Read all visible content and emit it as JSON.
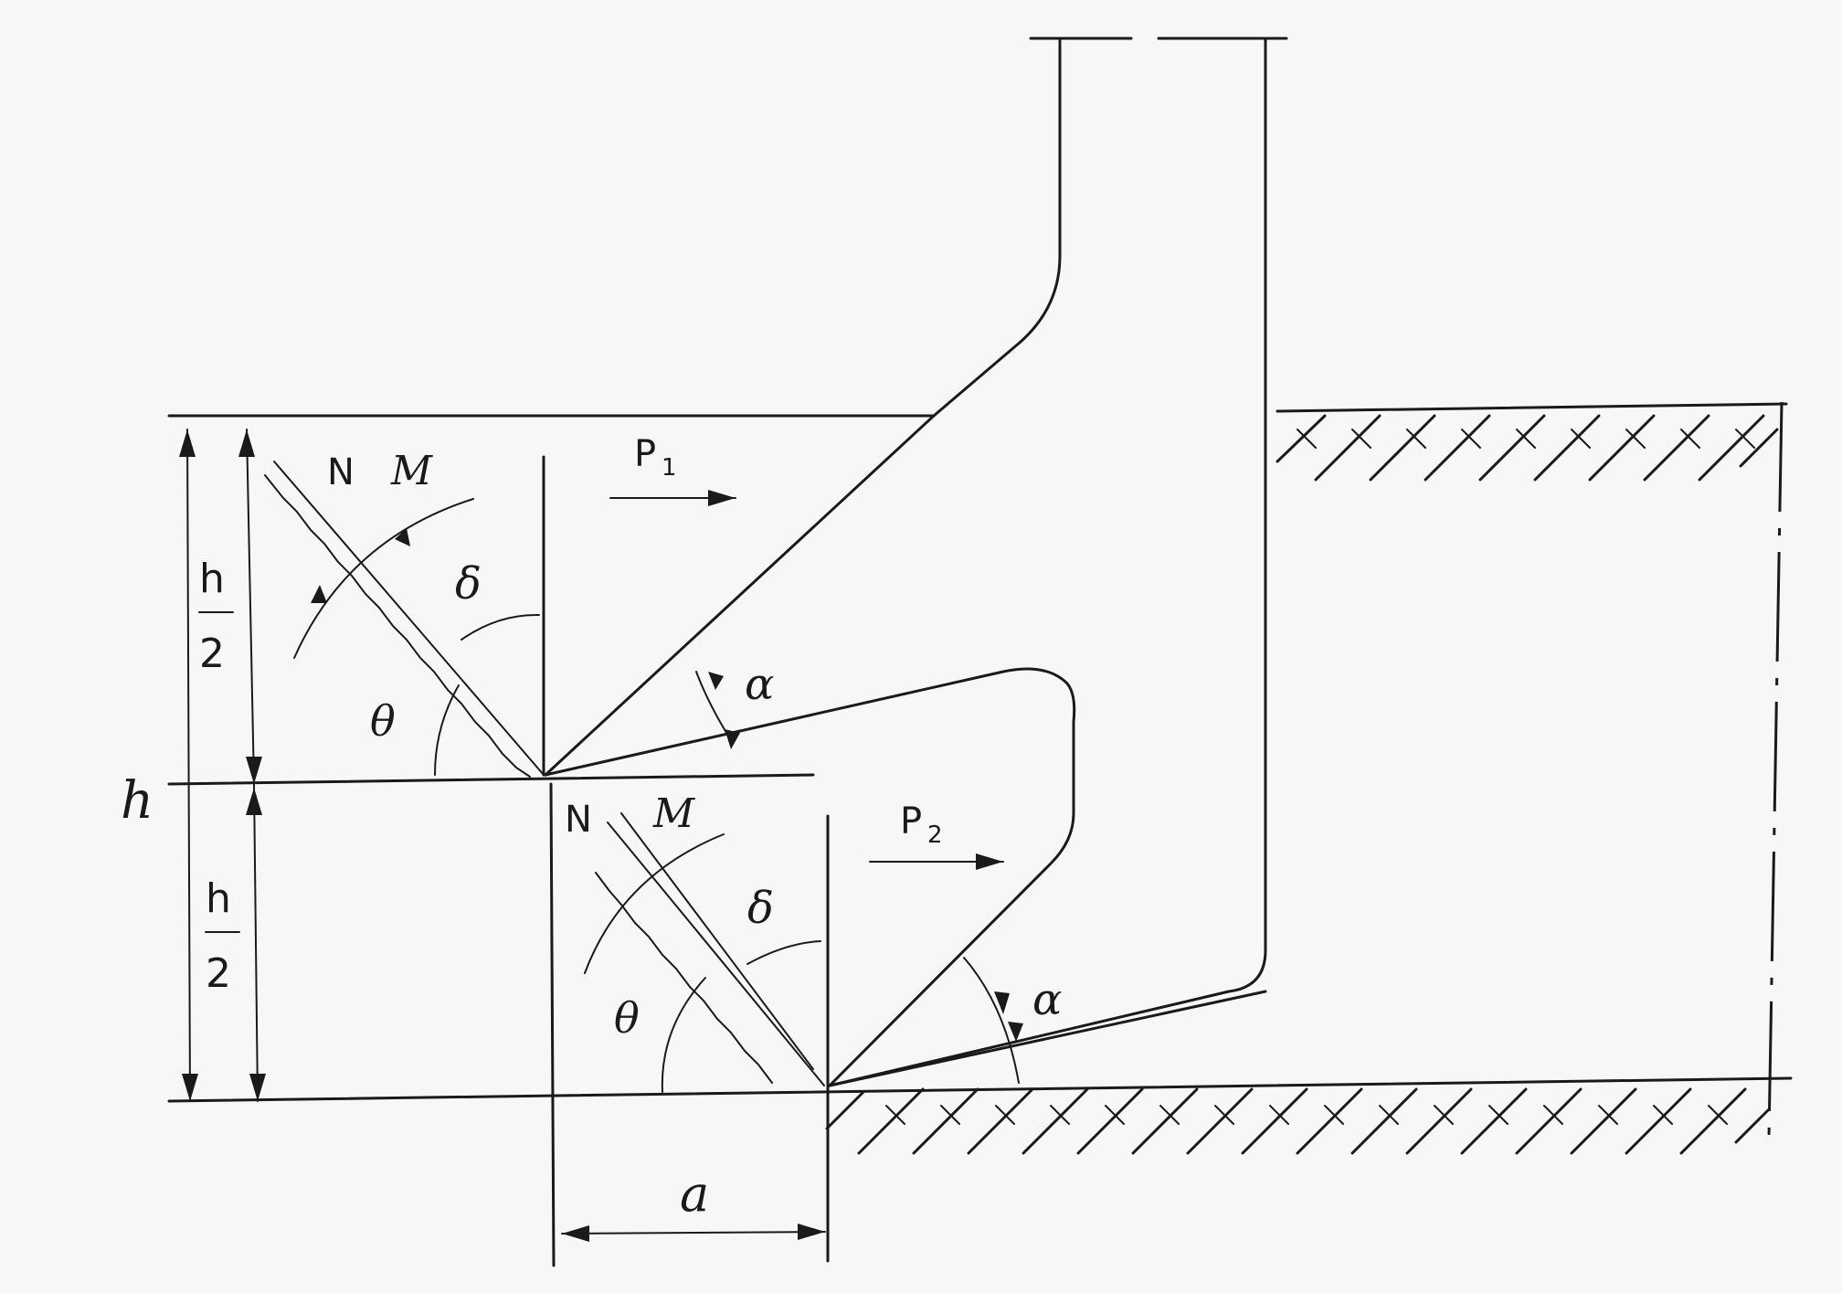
{
  "diagram": {
    "labels": {
      "h": "h",
      "h_over_2_num": "h",
      "h_over_2_den": "2",
      "N": "N",
      "M": "M",
      "delta": "δ",
      "theta": "θ",
      "alpha": "α",
      "P1_letter": "P",
      "P1_sub": "1",
      "P2_letter": "P",
      "P2_sub": "2",
      "a": "a"
    }
  }
}
